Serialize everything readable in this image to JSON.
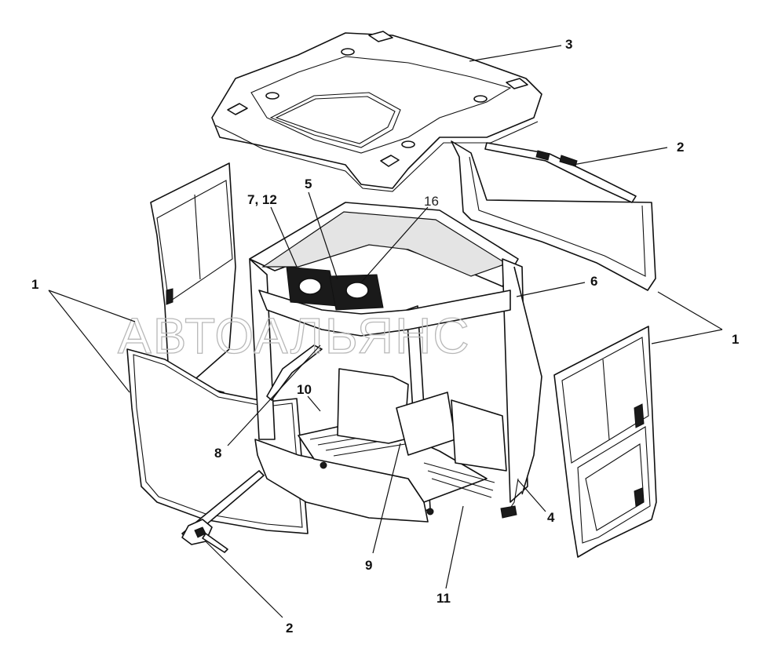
{
  "watermark": "АВТОАЛЬЯНС",
  "callouts": {
    "c1_left": "1",
    "c1_right": "1",
    "c2_top": "2",
    "c2_bottom": "2",
    "c3": "3",
    "c4": "4",
    "c5": "5",
    "c6": "6",
    "c7_12": "7, 12",
    "c8": "8",
    "c9": "9",
    "c10": "10",
    "c11": "11",
    "c16": "16"
  }
}
